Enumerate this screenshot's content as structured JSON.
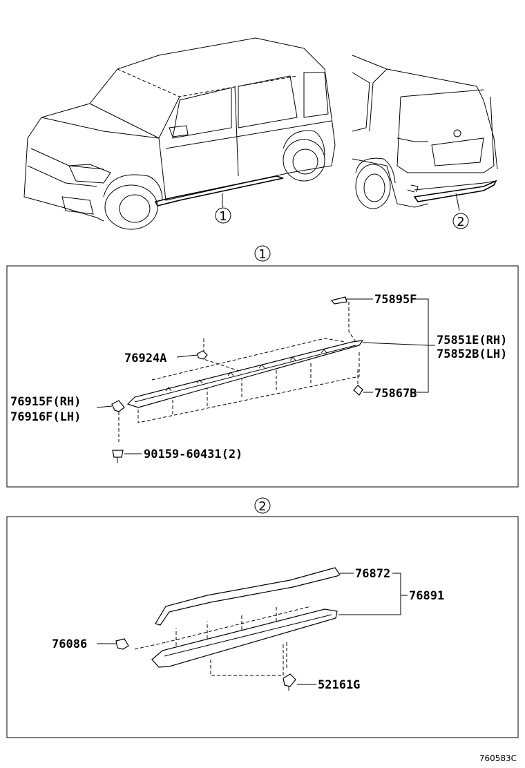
{
  "overview": {
    "callout_1": "1",
    "callout_2": "2"
  },
  "section_1": {
    "marker": "1",
    "labels": {
      "p75895F": "75895F",
      "p75851E": "75851E(RH)",
      "p75852B": "75852B(LH)",
      "p76924A": "76924A",
      "p75867B": "75867B",
      "p76915F": "76915F(RH)",
      "p76916F": "76916F(LH)",
      "p90159": "90159-60431(2)"
    }
  },
  "section_2": {
    "marker": "2",
    "labels": {
      "p76872": "76872",
      "p76891": "76891",
      "p76086": "76086",
      "p52161G": "52161G"
    }
  },
  "figure_code": "760583C"
}
